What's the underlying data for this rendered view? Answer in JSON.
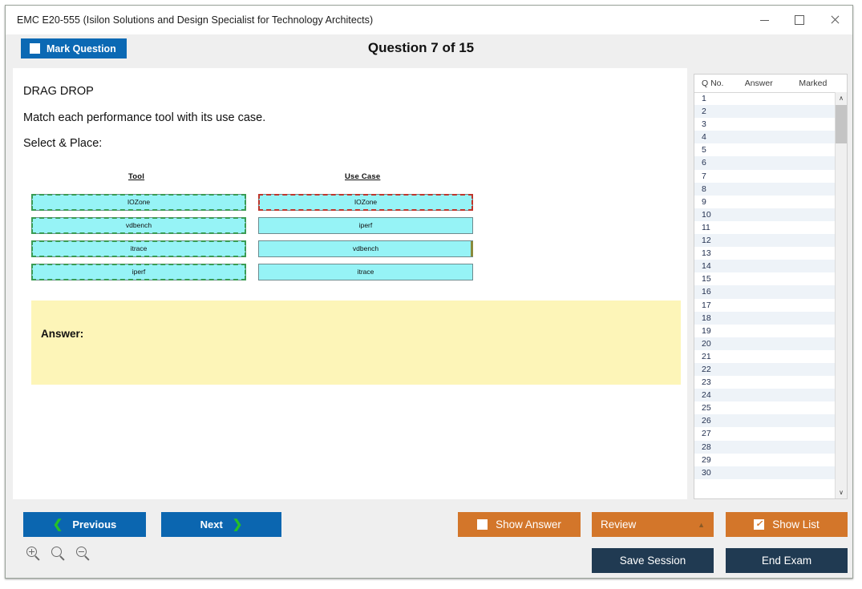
{
  "window": {
    "title": "EMC E20-555 (Isilon Solutions and Design Specialist for Technology Architects)",
    "minimize_label": "Minimize",
    "maximize_label": "Maximize",
    "close_label": "Close"
  },
  "header": {
    "mark_question_label": "Mark Question",
    "mark_question_checked": false,
    "question_counter": "Question 7 of 15"
  },
  "question": {
    "type_label": "DRAG DROP",
    "prompt": "Match each performance tool with its use case.",
    "instruction": "Select & Place:",
    "answer_label": "Answer:"
  },
  "drag_drop": {
    "left_header": "Tool",
    "right_header": "Use Case",
    "left_items": [
      {
        "label": "IOZone",
        "border": "dash-green",
        "edge": "none"
      },
      {
        "label": "vdbench",
        "border": "dash-green",
        "edge": "none"
      },
      {
        "label": "itrace",
        "border": "dash-green",
        "edge": "none"
      },
      {
        "label": "iperf",
        "border": "dash-green",
        "edge": "none"
      }
    ],
    "right_items": [
      {
        "label": "IOZone",
        "border": "dash-red",
        "edge": "none"
      },
      {
        "label": "iperf",
        "border": "none",
        "edge": "none"
      },
      {
        "label": "vdbench",
        "border": "none",
        "edge": "olive"
      },
      {
        "label": "itrace",
        "border": "none",
        "edge": "none"
      }
    ],
    "box_fill_color": "#96f3f6",
    "selected_outline_color": "#c0352b",
    "source_outline_color": "#3a9b52"
  },
  "question_list": {
    "columns": [
      "Q No.",
      "Answer",
      "Marked"
    ],
    "rows": [
      {
        "no": "1",
        "answer": "",
        "marked": ""
      },
      {
        "no": "2",
        "answer": "",
        "marked": ""
      },
      {
        "no": "3",
        "answer": "",
        "marked": ""
      },
      {
        "no": "4",
        "answer": "",
        "marked": ""
      },
      {
        "no": "5",
        "answer": "",
        "marked": ""
      },
      {
        "no": "6",
        "answer": "",
        "marked": ""
      },
      {
        "no": "7",
        "answer": "",
        "marked": ""
      },
      {
        "no": "8",
        "answer": "",
        "marked": ""
      },
      {
        "no": "9",
        "answer": "",
        "marked": ""
      },
      {
        "no": "10",
        "answer": "",
        "marked": ""
      },
      {
        "no": "11",
        "answer": "",
        "marked": ""
      },
      {
        "no": "12",
        "answer": "",
        "marked": ""
      },
      {
        "no": "13",
        "answer": "",
        "marked": ""
      },
      {
        "no": "14",
        "answer": "",
        "marked": ""
      },
      {
        "no": "15",
        "answer": "",
        "marked": ""
      },
      {
        "no": "16",
        "answer": "",
        "marked": ""
      },
      {
        "no": "17",
        "answer": "",
        "marked": ""
      },
      {
        "no": "18",
        "answer": "",
        "marked": ""
      },
      {
        "no": "19",
        "answer": "",
        "marked": ""
      },
      {
        "no": "20",
        "answer": "",
        "marked": ""
      },
      {
        "no": "21",
        "answer": "",
        "marked": ""
      },
      {
        "no": "22",
        "answer": "",
        "marked": ""
      },
      {
        "no": "23",
        "answer": "",
        "marked": ""
      },
      {
        "no": "24",
        "answer": "",
        "marked": ""
      },
      {
        "no": "25",
        "answer": "",
        "marked": ""
      },
      {
        "no": "26",
        "answer": "",
        "marked": ""
      },
      {
        "no": "27",
        "answer": "",
        "marked": ""
      },
      {
        "no": "28",
        "answer": "",
        "marked": ""
      },
      {
        "no": "29",
        "answer": "",
        "marked": ""
      },
      {
        "no": "30",
        "answer": "",
        "marked": ""
      }
    ],
    "scroll_up_glyph": "∧",
    "scroll_down_glyph": "∨"
  },
  "toolbar": {
    "previous_label": "Previous",
    "next_label": "Next",
    "prev_chevron": "❮",
    "next_chevron": "❯",
    "show_answer_label": "Show Answer",
    "show_answer_checked": false,
    "review_label": "Review",
    "review_caret": "▲",
    "show_list_label": "Show List",
    "show_list_checked": true,
    "check_glyph": "✓",
    "save_session_label": "Save Session",
    "end_exam_label": "End Exam",
    "zoom_in_name": "zoom-in-icon",
    "zoom_reset_name": "zoom-reset-icon",
    "zoom_out_name": "zoom-out-icon"
  },
  "colors": {
    "primary_blue": "#0b66b0",
    "orange": "#d3762a",
    "dark_navy": "#203a52",
    "answer_yellow": "#fdf5b8",
    "cyan_box": "#96f3f6",
    "chrome_gray": "#efefef"
  }
}
